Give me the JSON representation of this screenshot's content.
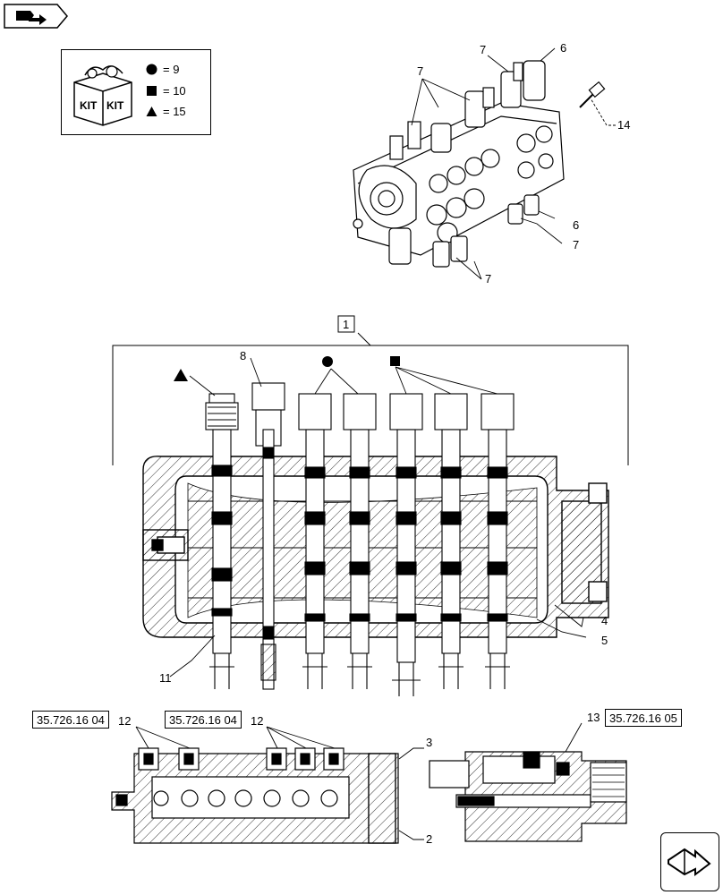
{
  "kit_legend": {
    "kit_label": "KIT",
    "items": [
      {
        "symbol": "circle",
        "text": "= 9"
      },
      {
        "symbol": "square",
        "text": "= 10"
      },
      {
        "symbol": "triangle",
        "text": "= 15"
      }
    ]
  },
  "callouts": {
    "c1": "1",
    "c2": "2",
    "c3": "3",
    "c4": "4",
    "c5": "5",
    "c6a": "6",
    "c6b": "6",
    "c7a": "7",
    "c7b": "7",
    "c7c": "7",
    "c7d": "7",
    "c8": "8",
    "c11": "11",
    "c12a": "12",
    "c12b": "12",
    "c13": "13",
    "c14": "14"
  },
  "references": {
    "ref_a": "35.726.16 04",
    "ref_b": "35.726.16 04",
    "ref_c": "35.726.16 05"
  },
  "icons": {
    "nav_back": "back-arrow-icon",
    "nav_next": "next-page-arrow-icon"
  }
}
